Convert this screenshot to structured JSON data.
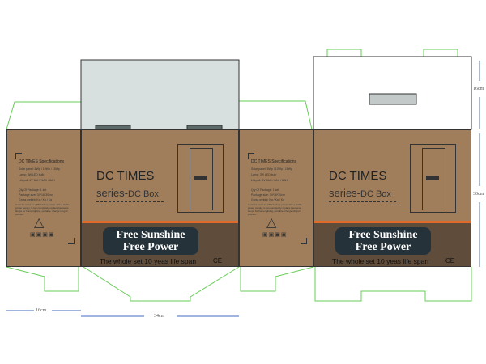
{
  "front_panel": {
    "brand": "DC TIMES",
    "series": "series-",
    "series_suffix": "DC Box",
    "slogan_line1": "Free Sunshine",
    "slogan_line2": "Free Power",
    "lifespan": "The whole set 10 yeas life span",
    "cert": "CE"
  },
  "side_panel": {
    "title": "DC TIMES Specifications",
    "rows": [
      "Solar panel: 8Wp / 10Wp / 15Wp",
      "Lamp: 3W LED bulb",
      "Lifepo4: 6V 5AH / 6AH / 8AH",
      "Qty Of Package: 1 set",
      "Package size: 34*16*30cm",
      "Gross weight: Kg / Kg / Kg"
    ],
    "note": "It can be used as UPS backup power with a stable power supply; it can completely replace kerosene lamps for home lighting, portable, charge off-grid phones."
  },
  "dimensions": {
    "side_width": "16cm",
    "front_width": "34cm",
    "height": "30cm",
    "flap_depth": "16cm"
  },
  "colors": {
    "kraft": "#a07e5c",
    "dark_band": "#5f4c3a",
    "accent": "#e06a2a",
    "dieline": "#66cc55",
    "dimension": "#6688cc"
  }
}
